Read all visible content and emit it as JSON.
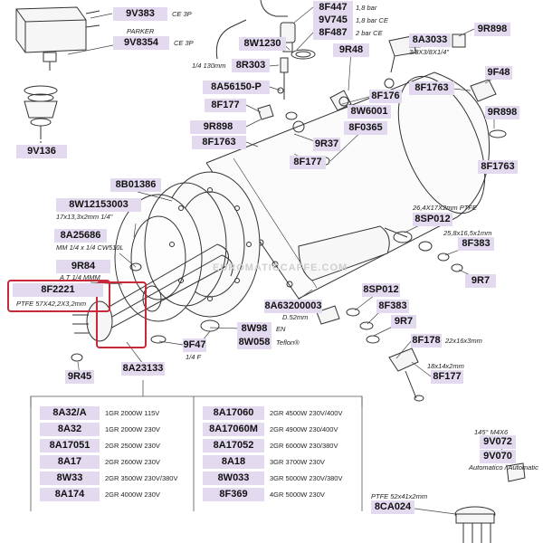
{
  "watermark": "EUROMATICCAFFE.COM",
  "callouts": [
    {
      "part": "9V383",
      "note": "CE 3P"
    },
    {
      "part": "9V8354",
      "note": "CE 3P",
      "prefix": "PARKER"
    },
    {
      "part": "9V136"
    },
    {
      "part": "8F447",
      "note": "1,8 bar"
    },
    {
      "part": "9V745",
      "note": "1,8 bar CE"
    },
    {
      "part": "8F487",
      "note": "2 bar CE"
    },
    {
      "part": "8W1230"
    },
    {
      "part": "8R303",
      "prefix": "1/4 130mm"
    },
    {
      "part": "8A56150-P"
    },
    {
      "part": "8F177"
    },
    {
      "part": "9R898"
    },
    {
      "part": "8F1763"
    },
    {
      "part": "9R48"
    },
    {
      "part": "8F176"
    },
    {
      "part": "8W6001"
    },
    {
      "part": "8F0365"
    },
    {
      "part": "9R37"
    },
    {
      "part": "8F177"
    },
    {
      "part": "8A3033",
      "note": "3/8X3/8X1/4\""
    },
    {
      "part": "9R898"
    },
    {
      "part": "9F48"
    },
    {
      "part": "8F1763"
    },
    {
      "part": "9R898"
    },
    {
      "part": "8F1763"
    },
    {
      "part": "8B01386"
    },
    {
      "part": "8W12153003",
      "note": "17x13,3x2mm 1/4\""
    },
    {
      "part": "8A25686",
      "note": "MM 1/4 x 1/4 CW510L"
    },
    {
      "part": "9R84",
      "note": "A T 1/4 MMM"
    },
    {
      "part": "8F2221",
      "note": "PTFE 57X42,2X3,2mm"
    },
    {
      "part": "9F47",
      "note": "1/4 F"
    },
    {
      "part": "9R45"
    },
    {
      "part": "8A23133"
    },
    {
      "part": "8SP012",
      "prefix": "26,4X17X2mm PTFE"
    },
    {
      "part": "8F383",
      "prefix": "25,8x16,5x1mm"
    },
    {
      "part": "9R7"
    },
    {
      "part": "8A63200003",
      "note": "D.52mm"
    },
    {
      "part": "8SP012"
    },
    {
      "part": "8F383"
    },
    {
      "part": "9R7"
    },
    {
      "part": "8F178",
      "note": "22x16x3mm"
    },
    {
      "part": "8W98",
      "note": "EN"
    },
    {
      "part": "8W058",
      "note": "Teflon®"
    },
    {
      "part": "8F177",
      "prefix": "18x14x2mm"
    },
    {
      "part": "9V072",
      "prefix": "145° M4X6"
    },
    {
      "part": "9V070",
      "note": "Automatico / Automatic"
    },
    {
      "part": "8CA024",
      "prefix": "PTFE 52x41x2mm"
    }
  ],
  "element_table": {
    "left": [
      {
        "part": "8A32/A",
        "desc": "1GR 2000W 115V"
      },
      {
        "part": "8A32",
        "desc": "1GR 2000W 230V"
      },
      {
        "part": "8A17051",
        "desc": "2GR 2500W 230V"
      },
      {
        "part": "8A17",
        "desc": "2GR 2600W 230V"
      },
      {
        "part": "8W33",
        "desc": "2GR 3500W 230V/380V"
      },
      {
        "part": "8A174",
        "desc": "2GR 4000W 230V"
      }
    ],
    "right": [
      {
        "part": "8A17060",
        "desc": "2GR 4500W 230V/400V"
      },
      {
        "part": "8A17060M",
        "desc": "2GR 4900W 230/400V"
      },
      {
        "part": "8A17052",
        "desc": "2GR 6000W 230/380V"
      },
      {
        "part": "8A18",
        "desc": "3GR 3700W 230V"
      },
      {
        "part": "8W033",
        "desc": "3GR 5000W 230V/380V"
      },
      {
        "part": "8F369",
        "desc": "4GR 5000W 230V"
      }
    ]
  },
  "colors": {
    "label_bg": "#e4daf0",
    "highlight": "#c8283a",
    "line": "#333333"
  }
}
